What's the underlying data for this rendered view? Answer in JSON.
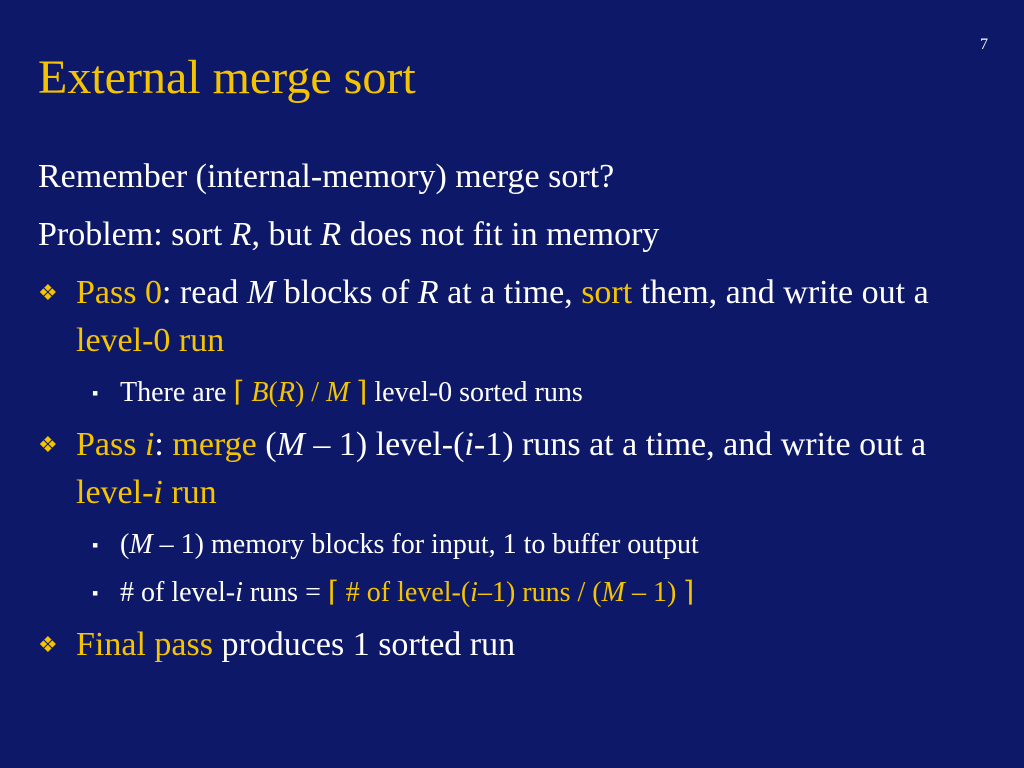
{
  "slide": {
    "page_number": "7",
    "title": "External merge sort",
    "colors": {
      "background": "#0d1868",
      "accent": "#f5c400",
      "text": "#ffffff"
    }
  },
  "lines": {
    "l1": {
      "text": "Remember (internal-memory) merge sort?"
    },
    "l2": {
      "a": "Problem: sort ",
      "b": "R",
      "c": ", but ",
      "d": "R",
      "e": " does not fit in memory"
    },
    "b1": {
      "bullet": "❖",
      "a": "Pass 0",
      "b": ": read ",
      "c": "M",
      "d": " blocks of ",
      "e": "R",
      "f": " at a time, ",
      "g": "sort",
      "h": " them, and write out a ",
      "i": "level-0 run"
    },
    "b1s1": {
      "bullet": "▪",
      "a": "There are ",
      "b": "⌈ ",
      "c": "B",
      "d": "(",
      "e": "R",
      "f": ") / ",
      "g": "M",
      "h": " ⌉",
      "i": " level-0 sorted runs"
    },
    "b2": {
      "bullet": "❖",
      "a": "Pass ",
      "b": "i",
      "c": ":",
      "d": " ",
      "e": "merge",
      "f": " (",
      "g": "M",
      "h": " – 1) level-(",
      "i": "i",
      "j": "-1) runs at a time, and write out a ",
      "k": "level-",
      "l": "i",
      "m": " run"
    },
    "b2s1": {
      "bullet": "▪",
      "a": "(",
      "b": "M",
      "c": " – 1) memory blocks for input, 1 to buffer output"
    },
    "b2s2": {
      "bullet": "▪",
      "a": "# of level-",
      "b": "i",
      "c": " runs = ",
      "d": "⌈ # of level-(",
      "e": "i",
      "f": "–1) runs / (",
      "g": "M",
      "h": " – 1) ⌉"
    },
    "b3": {
      "bullet": "❖",
      "a": "Final pass",
      "b": " produces 1 sorted run"
    }
  }
}
